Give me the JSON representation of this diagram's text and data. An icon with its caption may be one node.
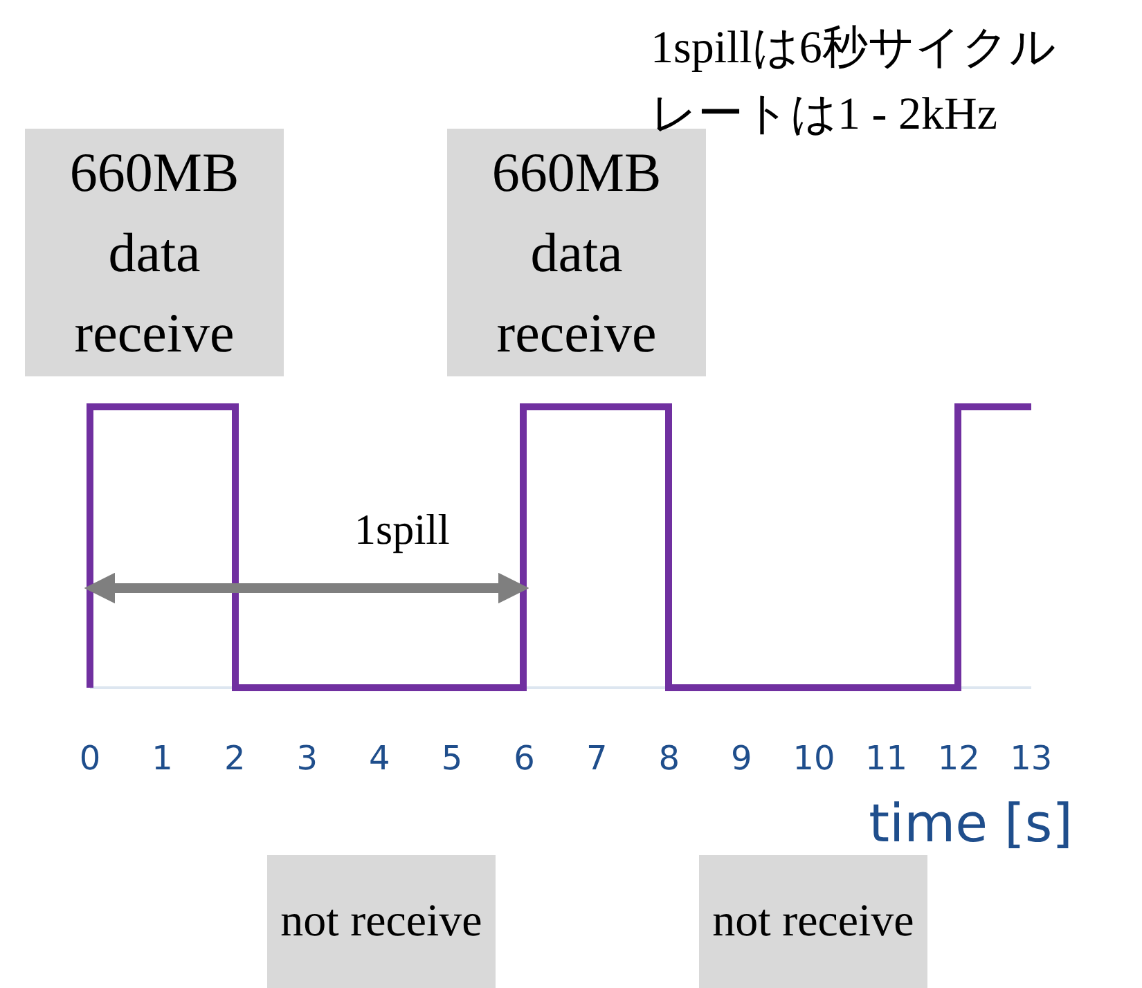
{
  "diagram": {
    "nodes": [
      {
        "text": [
          "660MB data receive"
        ]
      },
      {
        "text": [
          "660MB data receive"
        ]
      },
      {
        "text": [
          "not receive"
        ]
      },
      {
        "text": [
          "not receive"
        ]
      }
    ],
    "edges": [],
    "labels": [
      "1spillは6秒サイクル",
      "レートは1 - 2kHz",
      "1spill",
      "0",
      "1",
      "2",
      "3",
      "4",
      "5",
      "6",
      "7",
      "8",
      "9",
      "10",
      "11",
      "12",
      "13",
      "time [s]"
    ]
  }
}
